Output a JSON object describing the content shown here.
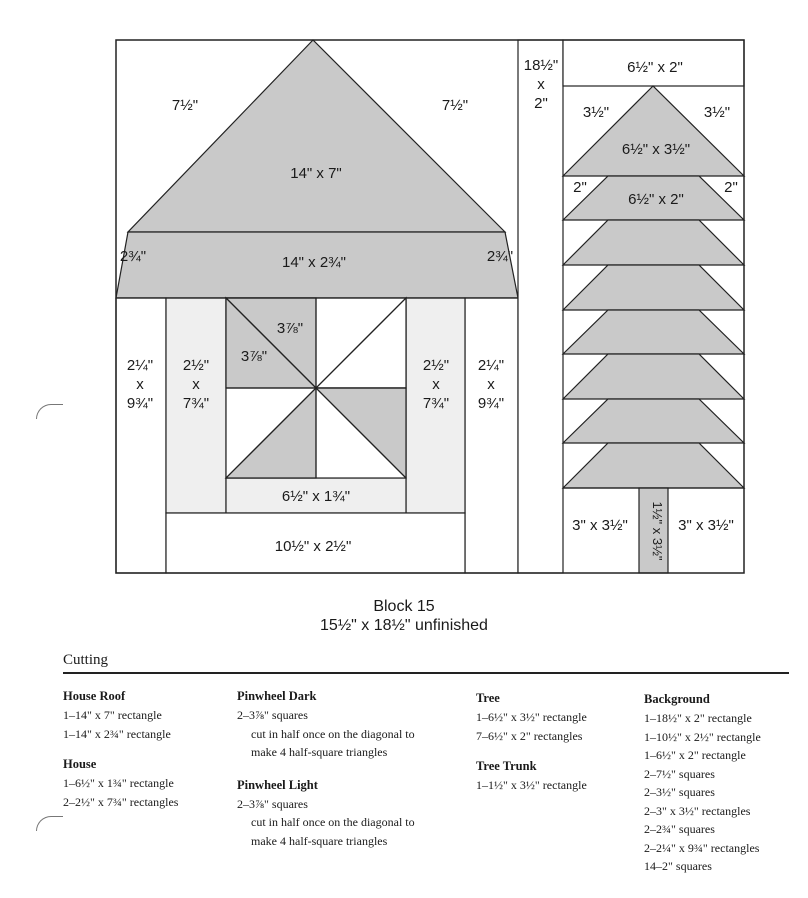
{
  "diagram": {
    "labels": {
      "roof_bg_left": "7½\"",
      "roof_bg_right": "7½\"",
      "roof_main": "14\" x 7\"",
      "roof_band": "14\" x 2¾\"",
      "corner_left": "2¾\"",
      "corner_right": "2¾\"",
      "bg_side_left": [
        "2¼\"",
        "x",
        "9¾\""
      ],
      "bg_side_right": [
        "2¼\"",
        "x",
        "9¾\""
      ],
      "house_side_left": [
        "2½\"",
        "x",
        "7¾\""
      ],
      "house_side_right": [
        "2½\"",
        "x",
        "7¾\""
      ],
      "pinwheel_top": "3⅞\"",
      "pinwheel_left": "3⅞\"",
      "house_strip": "6½\" x 1¾\"",
      "house_bottom": "10½\" x 2½\"",
      "bg_strip": [
        "18½\"",
        "x",
        "2\""
      ],
      "tree_top_bg": "6½\" x 2\"",
      "tree_corner_left": "3½\"",
      "tree_corner_right": "3½\"",
      "tree_top": "6½\" x 3½\"",
      "tree_sq_left": "2\"",
      "tree_sq_right": "2\"",
      "tree_trap": "6½\" x 2\"",
      "trunk_bg_left": "3\" x 3½\"",
      "trunk_bg_right": "3\" x 3½\"",
      "trunk": "1½\" x 3½\""
    }
  },
  "caption": {
    "title": "Block 15",
    "subtitle": "15½\" x 18½\" unfinished"
  },
  "cutting": {
    "title": "Cutting",
    "columns": [
      [
        {
          "heading": "House Roof",
          "lines": [
            "1–14\" x 7\" rectangle",
            "1–14\" x 2¾\" rectangle"
          ]
        },
        {
          "heading": "House",
          "lines": [
            "1–6½\" x 1¾\" rectangle",
            "2–2½\" x 7¾\" rectangles"
          ]
        }
      ],
      [
        {
          "heading": "Pinwheel Dark",
          "lines": [
            "2–3⅞\" squares"
          ],
          "indented": [
            "cut in half once on the diagonal to",
            "make 4 half-square triangles"
          ]
        },
        {
          "heading": "Pinwheel Light",
          "lines": [
            "2–3⅞\" squares"
          ],
          "indented": [
            "cut in half once on the diagonal to",
            "make 4 half-square triangles"
          ]
        }
      ],
      [
        {
          "heading": "Tree",
          "lines": [
            "1–6½\" x 3½\" rectangle",
            "7–6½\" x 2\" rectangles"
          ]
        },
        {
          "heading": "Tree Trunk",
          "lines": [
            "1–1½\" x 3½\" rectangle"
          ]
        }
      ],
      [
        {
          "heading": "Background",
          "lines": [
            "1–18½\" x 2\" rectangle",
            "1–10½\" x 2½\" rectangle",
            "1–6½\" x 2\" rectangle",
            "2–7½\" squares",
            "2–3½\" squares",
            "2–3\" x 3½\" rectangles",
            "2–2¾\" squares",
            "2–2¼\" x 9¾\" rectangles",
            "14–2\" squares"
          ]
        }
      ]
    ]
  },
  "colors": {
    "dark": "#c9c9c9",
    "light": "#efefef",
    "white": "#ffffff",
    "line": "#222222"
  }
}
